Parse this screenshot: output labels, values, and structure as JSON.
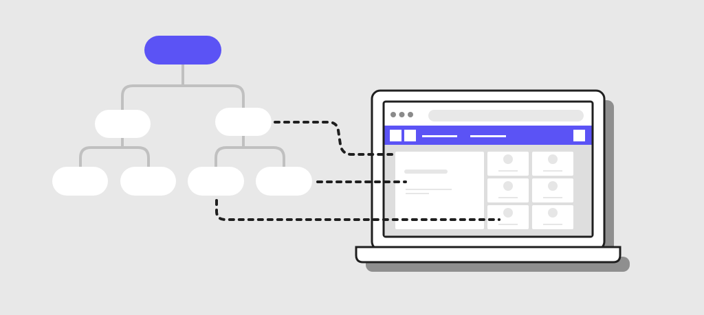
{
  "colors": {
    "background": "#e8e8e8",
    "accent": "#5b53f5",
    "node": "#ffffff",
    "connector": "#c0c0c0",
    "outline": "#1f1f1f",
    "shadow": "#8f8f8f",
    "screen_content_bg": "#dedede",
    "placeholder": "#e6e6e6"
  },
  "tree": {
    "root": {
      "label": ""
    },
    "levels": 3,
    "nodes_per_level": [
      1,
      2,
      4
    ]
  },
  "laptop": {
    "browser_dots": 3,
    "card_grid": {
      "rows": 3,
      "columns": 2
    }
  }
}
